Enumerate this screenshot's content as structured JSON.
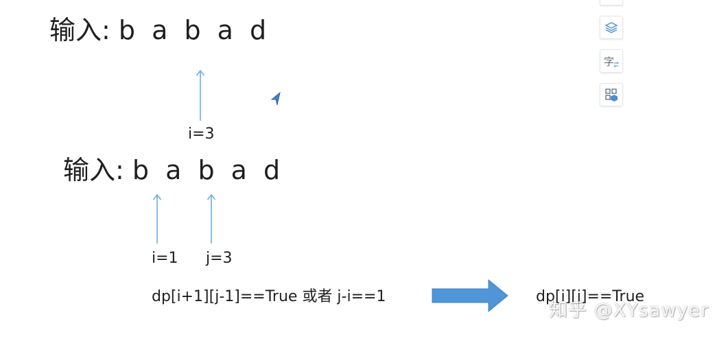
{
  "colors": {
    "text": "#1f1f1f",
    "arrow": "#6aaee0",
    "big_arrow": "#4f95d8",
    "big_arrow_edge": "#3d7fc0"
  },
  "example1": {
    "input_prefix": "输入:",
    "input_chars": "b a b a d",
    "pointer_label": "i=3"
  },
  "example2": {
    "input_prefix": "输入:",
    "input_chars": "b a b a d",
    "pointer_i_label": "i=1",
    "pointer_j_label": "j=3",
    "condition": "dp[i+1][j-1]==True 或者 j-i==1",
    "result": "dp[i][j]==True"
  },
  "toolbar": {
    "icons": [
      "layers-icon",
      "translate-icon",
      "apps-icon"
    ],
    "translate_glyph": "字"
  },
  "watermark": "知乎 @XYsawyer"
}
